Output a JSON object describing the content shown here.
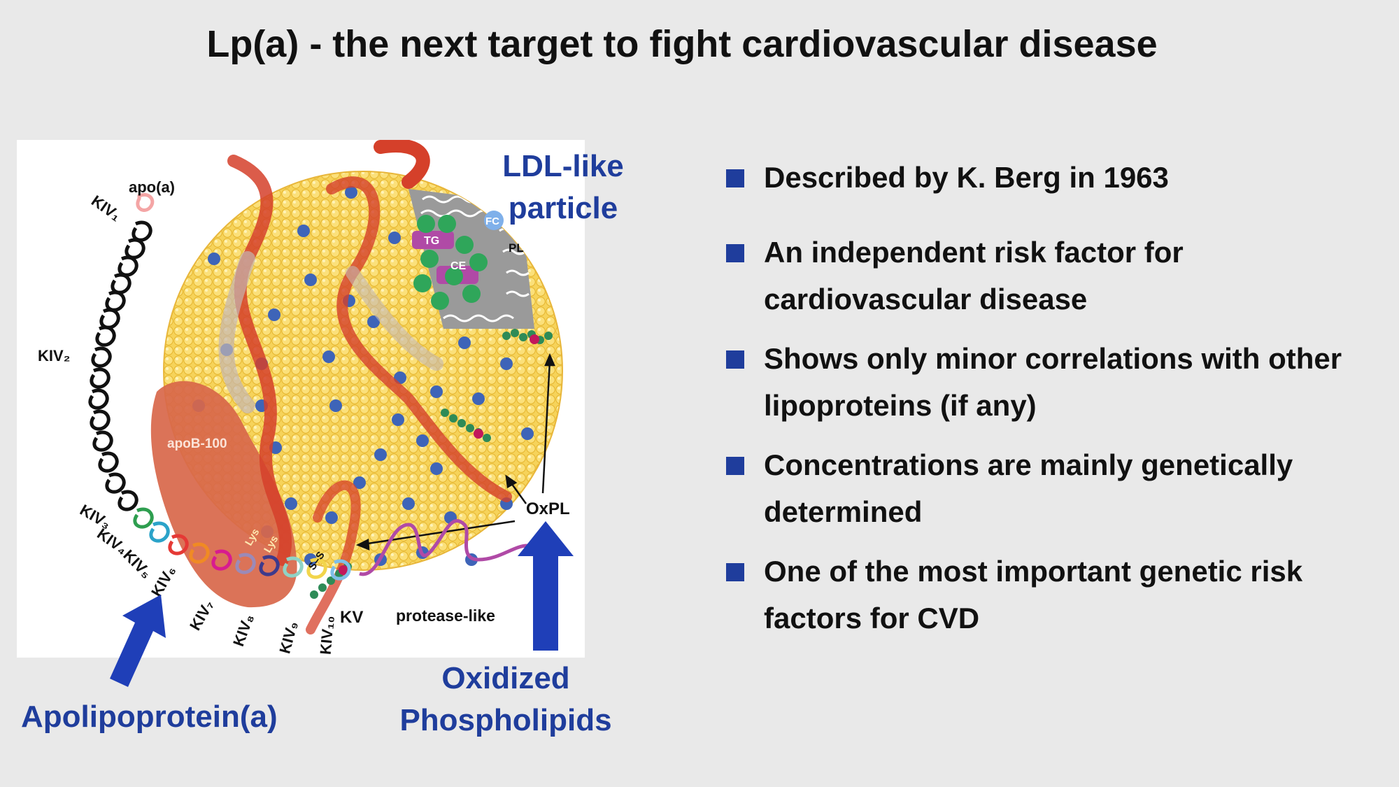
{
  "slide": {
    "title": "Lp(a) - the next target to fight cardiovascular disease"
  },
  "figure": {
    "labels": {
      "apoa": "apo(a)",
      "kiv1": "KIV₁",
      "kiv2": "KIV₂",
      "kiv3": "KIV₃",
      "kiv4": "KIV₄",
      "kiv5": "KIV₅",
      "kiv6": "KIV₆",
      "kiv7": "KIV₇",
      "kiv8": "KIV₈",
      "kiv9": "KIV₉",
      "kiv10": "KIV₁₀",
      "kv": "KV",
      "protease": "protease-like",
      "apob100": "apoB-100",
      "oxpl": "OxPL",
      "tg": "TG",
      "ce": "CE",
      "fc": "FC",
      "pl": "PL",
      "lys1": "Lys",
      "lys2": "Lys",
      "ss": "S–S"
    },
    "colors": {
      "particle": "#f5c93a",
      "cholesterol_dots": "#3e64b8",
      "ribbon": "#d5402a",
      "apob": "#d8674a"
    }
  },
  "callouts": {
    "ldl_like": [
      "LDL-like",
      "particle"
    ],
    "oxidized": [
      "Oxidized",
      "Phospholipids"
    ],
    "apolipoprotein": "Apolipoprotein(a)"
  },
  "bullets": [
    "Described by K. Berg in 1963",
    "An independent risk factor for cardiovascular disease",
    "Shows only minor correlations with other lipoproteins (if any)",
    "Concentrations are mainly genetically determined",
    "One of the most important genetic risk factors for CVD"
  ],
  "colors": {
    "accent": "#1f3d9c",
    "background": "#e9e9e9"
  }
}
